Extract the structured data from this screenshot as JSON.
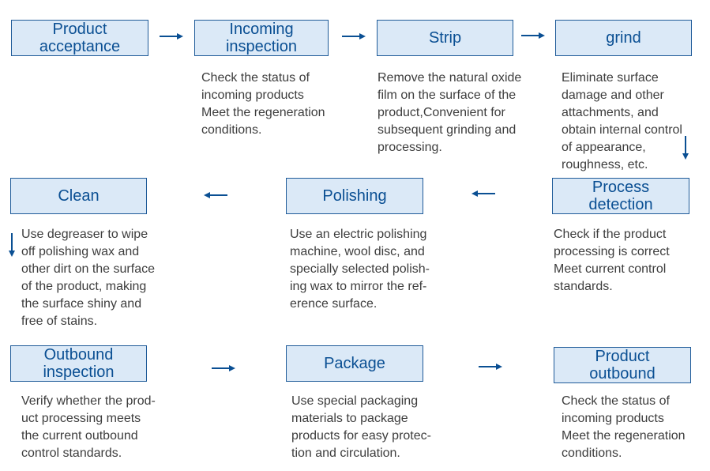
{
  "accent_color": "#0a4f93",
  "box_fill": "#dbe9f7",
  "steps": [
    {
      "label": "Product\nacceptance",
      "desc": ""
    },
    {
      "label": "Incoming\ninspection",
      "desc": "Check the status of\nincoming products\nMeet the regeneration\nconditions."
    },
    {
      "label": "Strip",
      "desc": "Remove the natural oxide\nfilm on the surface of the\nproduct,Convenient for\nsubsequent grinding and\nprocessing."
    },
    {
      "label": "grind",
      "desc": "Eliminate surface\ndamage and other\nattachments, and\nobtain internal control\nof appearance,\nroughness, etc."
    },
    {
      "label": "Process\ndetection",
      "desc": "Check if the product\nprocessing is correct\nMeet current control\nstandards."
    },
    {
      "label": "Polishing",
      "desc": "Use an electric polishing\nmachine, wool disc, and\nspecially selected polish-\ning wax to mirror the ref-\nerence surface."
    },
    {
      "label": "Clean",
      "desc": "Use degreaser to wipe\noff polishing wax and\nother dirt on the surface\nof the product, making\nthe surface shiny and\nfree of stains."
    },
    {
      "label": "Outbound\ninspection",
      "desc": "Verify whether the prod-\nuct processing meets\nthe current outbound\ncontrol standards."
    },
    {
      "label": "Package",
      "desc": "Use special packaging\nmaterials to package\nproducts for easy protec-\ntion and circulation."
    },
    {
      "label": "Product\noutbound",
      "desc": "Check the status of\nincoming products\nMeet the regeneration\nconditions."
    }
  ]
}
